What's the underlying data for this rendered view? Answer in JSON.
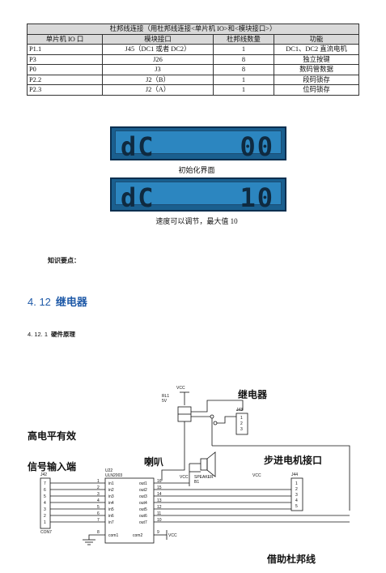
{
  "table": {
    "caption": "杜邦线连接（用杜邦线连接<单片机 IO>和<模块接口>）",
    "headers": [
      "单片机 IO 口",
      "模块接口",
      "杜邦线数量",
      "功能"
    ],
    "rows": [
      [
        "P1.1",
        "J45（DC1 或者 DC2）",
        "1",
        "DC1、DC2 直流电机"
      ],
      [
        "P3",
        "J26",
        "8",
        "独立按键"
      ],
      [
        "P0",
        "J3",
        "8",
        "数码管数据"
      ],
      [
        "P2.2",
        "J2（B）",
        "1",
        "段码锁存"
      ],
      [
        "P2.3",
        "J2（A）",
        "1",
        "位码锁存"
      ]
    ]
  },
  "lcd1": {
    "left": "dC",
    "right": "00",
    "caption": "初始化界面"
  },
  "lcd2": {
    "left": "dC",
    "right": "10",
    "caption": "速度可以调节，最大值 10"
  },
  "knowledge": "知识要点：",
  "section": {
    "number": "4. 12",
    "title": "继电器"
  },
  "subsection": {
    "number": "4. 12. 1",
    "title": "硬件原理"
  },
  "schematic": {
    "label_relay": "继电器",
    "label_high": "高电平有效",
    "label_input": "信号输入端",
    "label_speaker": "喇叭",
    "label_stepper": "步进电机接口",
    "label_dupont": "借助杜邦线",
    "rl1": "RL1",
    "rl1_v": "5V",
    "vcc": "VCC",
    "j43": "J43",
    "j42": "J42",
    "j44": "J44",
    "u22": "U22",
    "uln": "ULN2003",
    "con7": "CON7",
    "speaker": "SPEAKER",
    "b1": "B1",
    "in_labels": [
      "in1",
      "in2",
      "in3",
      "in4",
      "in5",
      "in6",
      "in7"
    ],
    "out_labels": [
      "out1",
      "out2",
      "out3",
      "out4",
      "out5",
      "out6",
      "out7"
    ],
    "left_pins": [
      "1",
      "2",
      "3",
      "4",
      "5",
      "6",
      "7"
    ],
    "right_pins": [
      "16",
      "15",
      "14",
      "13",
      "12",
      "11",
      "10"
    ],
    "com1": "com1",
    "com2": "com2",
    "pin8": "8",
    "pin9": "9",
    "con_pins": [
      "7",
      "6",
      "5",
      "4",
      "3",
      "2",
      "1"
    ],
    "j43_pins": [
      "1",
      "2",
      "3"
    ],
    "j44_pins": [
      "1",
      "2",
      "3",
      "4",
      "5"
    ]
  }
}
